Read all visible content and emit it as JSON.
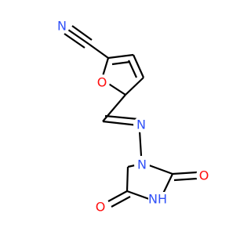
{
  "molecule": {
    "atoms": {
      "nitrile_n": {
        "symbol": "N",
        "color": "#3050F8"
      },
      "ring_o": {
        "symbol": "O",
        "color": "#FF0D0D"
      },
      "imine_n": {
        "symbol": "N",
        "color": "#3050F8"
      },
      "ring_n1": {
        "symbol": "N",
        "color": "#3050F8"
      },
      "nh": {
        "symbol": "N",
        "color": "#3050F8",
        "h": "H"
      },
      "carbonyl_o2": {
        "symbol": "O",
        "color": "#FF0D0D"
      },
      "carbonyl_o4": {
        "symbol": "O",
        "color": "#FF0D0D"
      }
    }
  }
}
